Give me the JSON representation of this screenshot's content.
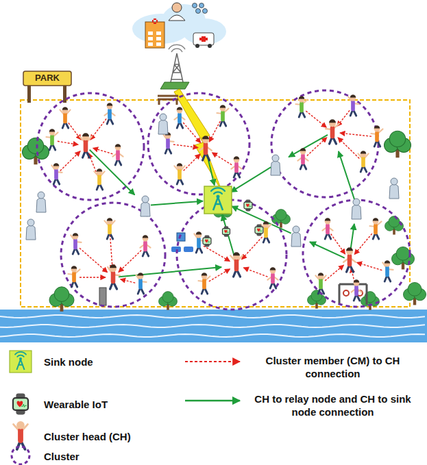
{
  "diagram": {
    "labels": [
      "PARK"
    ],
    "legend": [
      {
        "text": "Sink node"
      },
      {
        "text": "Cluster member (CM) to CH connection"
      },
      {
        "text": "Wearable IoT"
      },
      {
        "text": "CH to relay node and CH to sink node connection"
      },
      {
        "text": "Cluster head (CH)"
      },
      {
        "text": "Cluster"
      }
    ]
  }
}
